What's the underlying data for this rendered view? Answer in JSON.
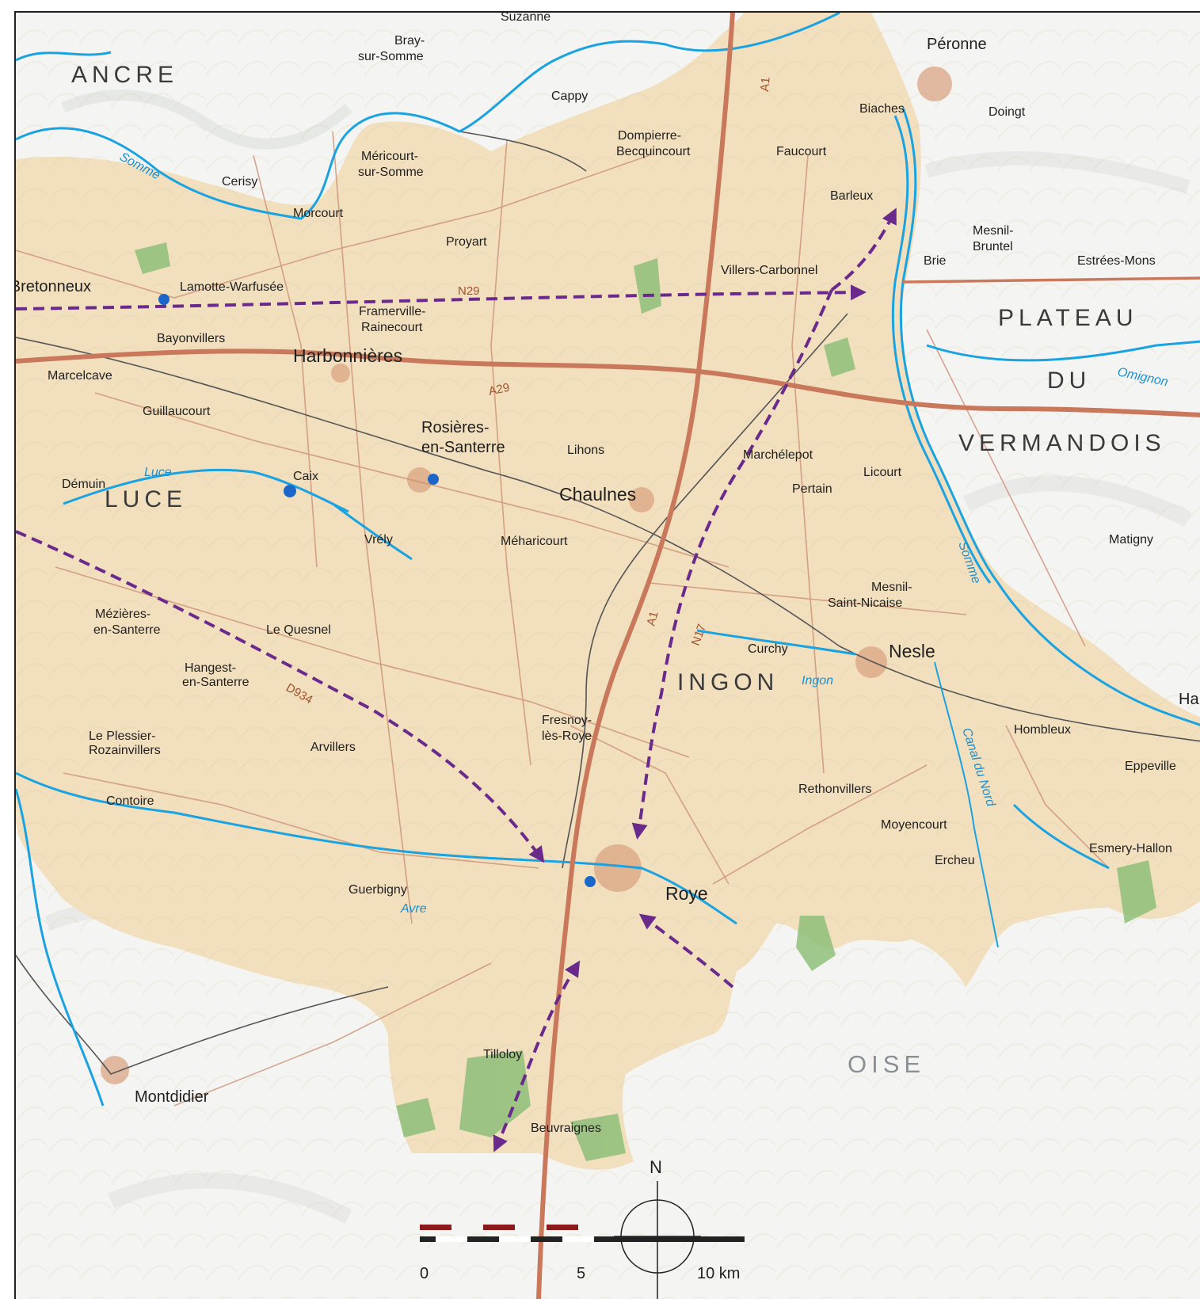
{
  "map": {
    "regions": {
      "ancre": "ANCRE",
      "luce": "LUCE",
      "plateau": "PLATEAU",
      "du": "DU",
      "vermandois": "VERMANDOIS",
      "ingon": "INGON",
      "oise": "OISE"
    },
    "towns": {
      "suzanne": "Suzanne",
      "bray": "Bray-",
      "bray2": "sur-Somme",
      "peronne": "Péronne",
      "cappy": "Cappy",
      "biaches": "Biaches",
      "doingt": "Doingt",
      "dompierre": "Dompierre-",
      "dompierre2": "Becquincourt",
      "faucourt": "Faucourt",
      "mericourt": "Méricourt-",
      "mericourt2": "sur-Somme",
      "cerisy": "Cerisy",
      "morcourt": "Morcourt",
      "barleux": "Barleux",
      "proyart": "Proyart",
      "mesnil_bruntel": "Mesnil-",
      "mesnil_bruntel2": "Bruntel",
      "villers_carbonnel": "Villers-Carbonnel",
      "brie": "Brie",
      "estrees_mons": "Estrées-Mons",
      "villers_bretonneux": "Villers-Bretonneux",
      "lamotte": "Lamotte-Warfusée",
      "framerville": "Framerville-",
      "framerville2": "Rainecourt",
      "bayonvillers": "Bayonvillers",
      "harbonnieres": "Harbonnières",
      "marcelcave": "Marcelcave",
      "guillaucourt": "Guillaucourt",
      "rosieres": "Rosières-",
      "rosieres2": "en-Santerre",
      "lihons": "Lihons",
      "marchelepot": "Marchélepot",
      "licourt": "Licourt",
      "demuin": "Démuin",
      "caix": "Caix",
      "chaulnes": "Chaulnes",
      "pertain": "Pertain",
      "vrely": "Vrély",
      "meharicourt": "Méharicourt",
      "matigny": "Matigny",
      "mezieres": "Mézières-",
      "mezieres2": "en-Santerre",
      "le_quesnel": "Le Quesnel",
      "mesnil_nicaise": "Mesnil-",
      "mesnil_nicaise2": "Saint-Nicaise",
      "curchy": "Curchy",
      "nesle": "Nesle",
      "hangest": "Hangest-",
      "hangest2": "en-Santerre",
      "ham": "Ham",
      "hombleux": "Hombleux",
      "fresnoy": "Fresnoy-",
      "fresnoy2": "lès-Roye",
      "le_plessier": "Le Plessier-",
      "le_plessier2": "Rozainvillers",
      "arvillers": "Arvillers",
      "eppeville": "Eppeville",
      "rethonvillers": "Rethonvillers",
      "contoire": "Contoire",
      "moyencourt": "Moyencourt",
      "ercheu": "Ercheu",
      "esmery": "Esmery-Hallon",
      "guerbigny": "Guerbigny",
      "roye": "Roye",
      "tilloloy": "Tilloloy",
      "montdidier": "Montdidier",
      "beuvraignes": "Beuvraignes"
    },
    "rivers": {
      "somme_w": "Somme",
      "somme_e": "Somme",
      "luce": "Luce",
      "avre": "Avre",
      "ingon": "Ingon",
      "omignon": "Omignon",
      "canal": "Canal du Nord"
    },
    "roads": {
      "a1_n": "A1",
      "a1_s": "A1",
      "a29": "A29",
      "n29": "N29",
      "n17": "N17",
      "d934": "D934"
    },
    "compass": "N",
    "scale": {
      "ticks": [
        "0",
        "5",
        "10 km"
      ]
    },
    "colors": {
      "land": "#f1dfbe",
      "outside": "#f4f5f3",
      "river": "#1aa3e0",
      "motorway": "#c9785b",
      "minor_road": "#c98b6f",
      "rail": "#555555",
      "route_arrow": "#6a2a8c",
      "forest": "#8fbf7a",
      "marker": "#1b66c9"
    }
  }
}
